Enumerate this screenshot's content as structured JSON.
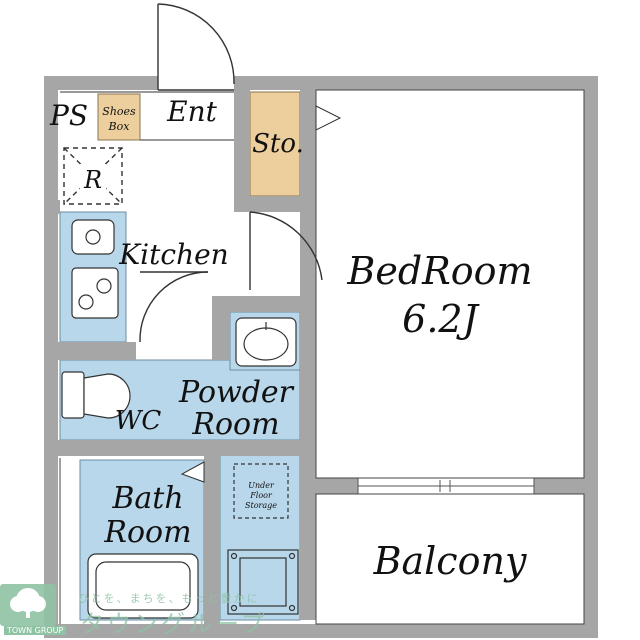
{
  "labels": {
    "ps": "PS",
    "shoes_box_line1": "Shoes",
    "shoes_box_line2": "Box",
    "entrance": "Ent",
    "storage": "Sto.",
    "refrigerator": "R",
    "kitchen": "Kitchen",
    "bedroom_line1": "BedRoom",
    "bedroom_line2": "6.2J",
    "powder_room_line1": "Powder",
    "powder_room_line2": "Room",
    "wc": "WC",
    "bath_room_line1": "Bath",
    "bath_room_line2": "Room",
    "under_floor_line1": "Under",
    "under_floor_line2": "Floor",
    "under_floor_line3": "Storage",
    "balcony": "Balcony"
  },
  "watermark": {
    "slogan": "ひとを、まちを、もっと豊かに",
    "brand_ja": "タウングループ",
    "brand_en": "TOWN GROUP"
  },
  "colors": {
    "wall": "#a6a6a6",
    "wet_area": "#b9d7ea",
    "storage": "#eccf9c",
    "line": "#3a3a3a",
    "watermark": "#8fc3a4"
  }
}
